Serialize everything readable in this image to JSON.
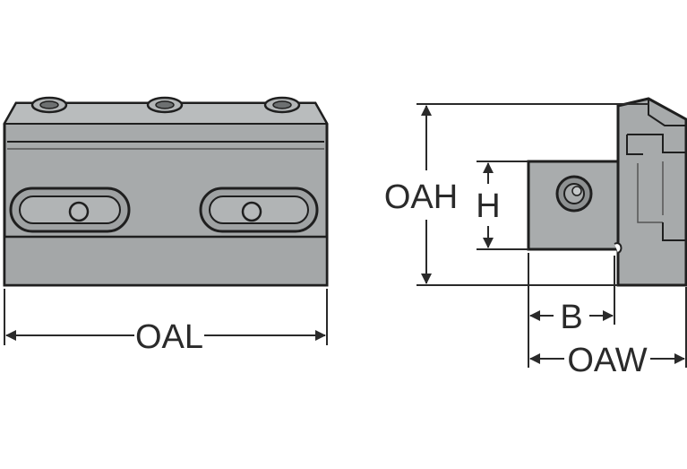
{
  "labels": {
    "oal": "OAL",
    "oah": "OAH",
    "h": "H",
    "b": "B",
    "oaw": "OAW"
  },
  "colors": {
    "body": "#a7aaab",
    "body_light": "#b9bcbd",
    "body_dark": "#8e9192",
    "outline": "#1f1f1f",
    "dimension": "#2a2a2a"
  }
}
